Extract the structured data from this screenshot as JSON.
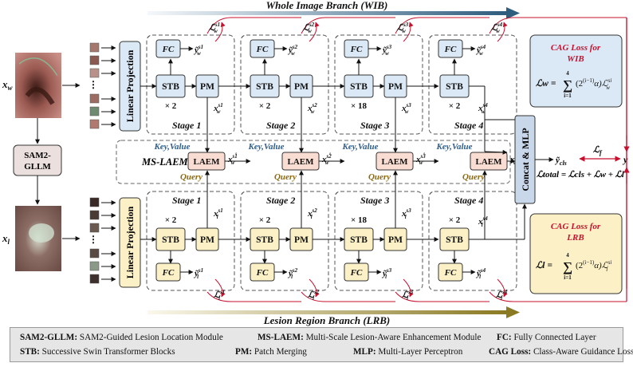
{
  "colors": {
    "wib_arrow": "#2e5d7e",
    "lrb_arrow": "#8a7a23",
    "blue_box": "#dbe8f5",
    "yellow_box": "#fbf0c6",
    "laem_box": "#f9ddd2",
    "sam_box": "#ece0de",
    "concat_box": "#c8d8ea",
    "red": "#c8102e",
    "query_text": "#8b6914",
    "keyvalue_text": "#2e5d8e"
  },
  "branches": {
    "wib_title": "Whole Image Branch (WIB)",
    "lrb_title": "Lesion Region Branch (LRB)",
    "ms_laem_label": "MS-LAEM"
  },
  "inputs": {
    "xw": "x",
    "xw_sub": "w",
    "xl": "x",
    "xl_sub": "l",
    "sam_line1": "SAM2-",
    "sam_line2": "GLLM",
    "linear_projection": "Linear Projection",
    "dots": "⋮"
  },
  "stages": {
    "labels": [
      "Stage 1",
      "Stage 2",
      "Stage 3",
      "Stage 4"
    ],
    "repeats": [
      "× 2",
      "× 2",
      "× 18",
      "× 2"
    ],
    "stb": "STB",
    "pm": "PM",
    "fc": "FC",
    "laem": "LAEM",
    "key_value": "Key,Value",
    "query": "Query",
    "ytilde": "ỹ",
    "x": "x",
    "L": "ℒ",
    "w": "w",
    "l": "l",
    "superscripts": [
      "s1",
      "s2",
      "s3",
      "s4"
    ],
    "prime": "'"
  },
  "right_panel": {
    "concat_mlp": "Concat & MLP",
    "ycls": "ỹ",
    "ycls_sub": "cls",
    "y": "y",
    "Lf": "ℒ",
    "Lf_sub": "f",
    "total_loss": "ℒtotal = ℒcls + ℒw + ℒl",
    "cag_wib_title1": "CAG Loss for",
    "cag_wib_title2": "WIB",
    "cag_lrb_title1": "CAG Loss for",
    "cag_lrb_title2": "LRB",
    "wib_formula_lhs": "ℒw =",
    "lrb_formula_lhs": "ℒl =",
    "sum_top": "4",
    "sum_bottom": "i=1",
    "sum_sign": "∑",
    "term_w": "(2",
    "exp": "(i−1)",
    "alpha": "α)ℒ",
    "term_sup_w": "si",
    "term_sub_w": "w",
    "term_sub_l": "l"
  },
  "legend": {
    "row1": [
      {
        "key": "SAM2-GLLM:",
        "desc": "SAM2-Guided Lesion Location Module"
      },
      {
        "key": "MS-LAEM:",
        "desc": "Multi-Scale Lesion-Aware Enhancement Module"
      },
      {
        "key": "FC:",
        "desc": "Fully Connected Layer"
      }
    ],
    "row2": [
      {
        "key": "STB:",
        "desc": "Successive Swin Transformer Blocks"
      },
      {
        "key": "PM:",
        "desc": "Patch Merging"
      },
      {
        "key": "MLP:",
        "desc": "Multi-Layer Perceptron"
      },
      {
        "key": "CAG Loss:",
        "desc": "Class-Aware Guidance Loss"
      }
    ]
  }
}
